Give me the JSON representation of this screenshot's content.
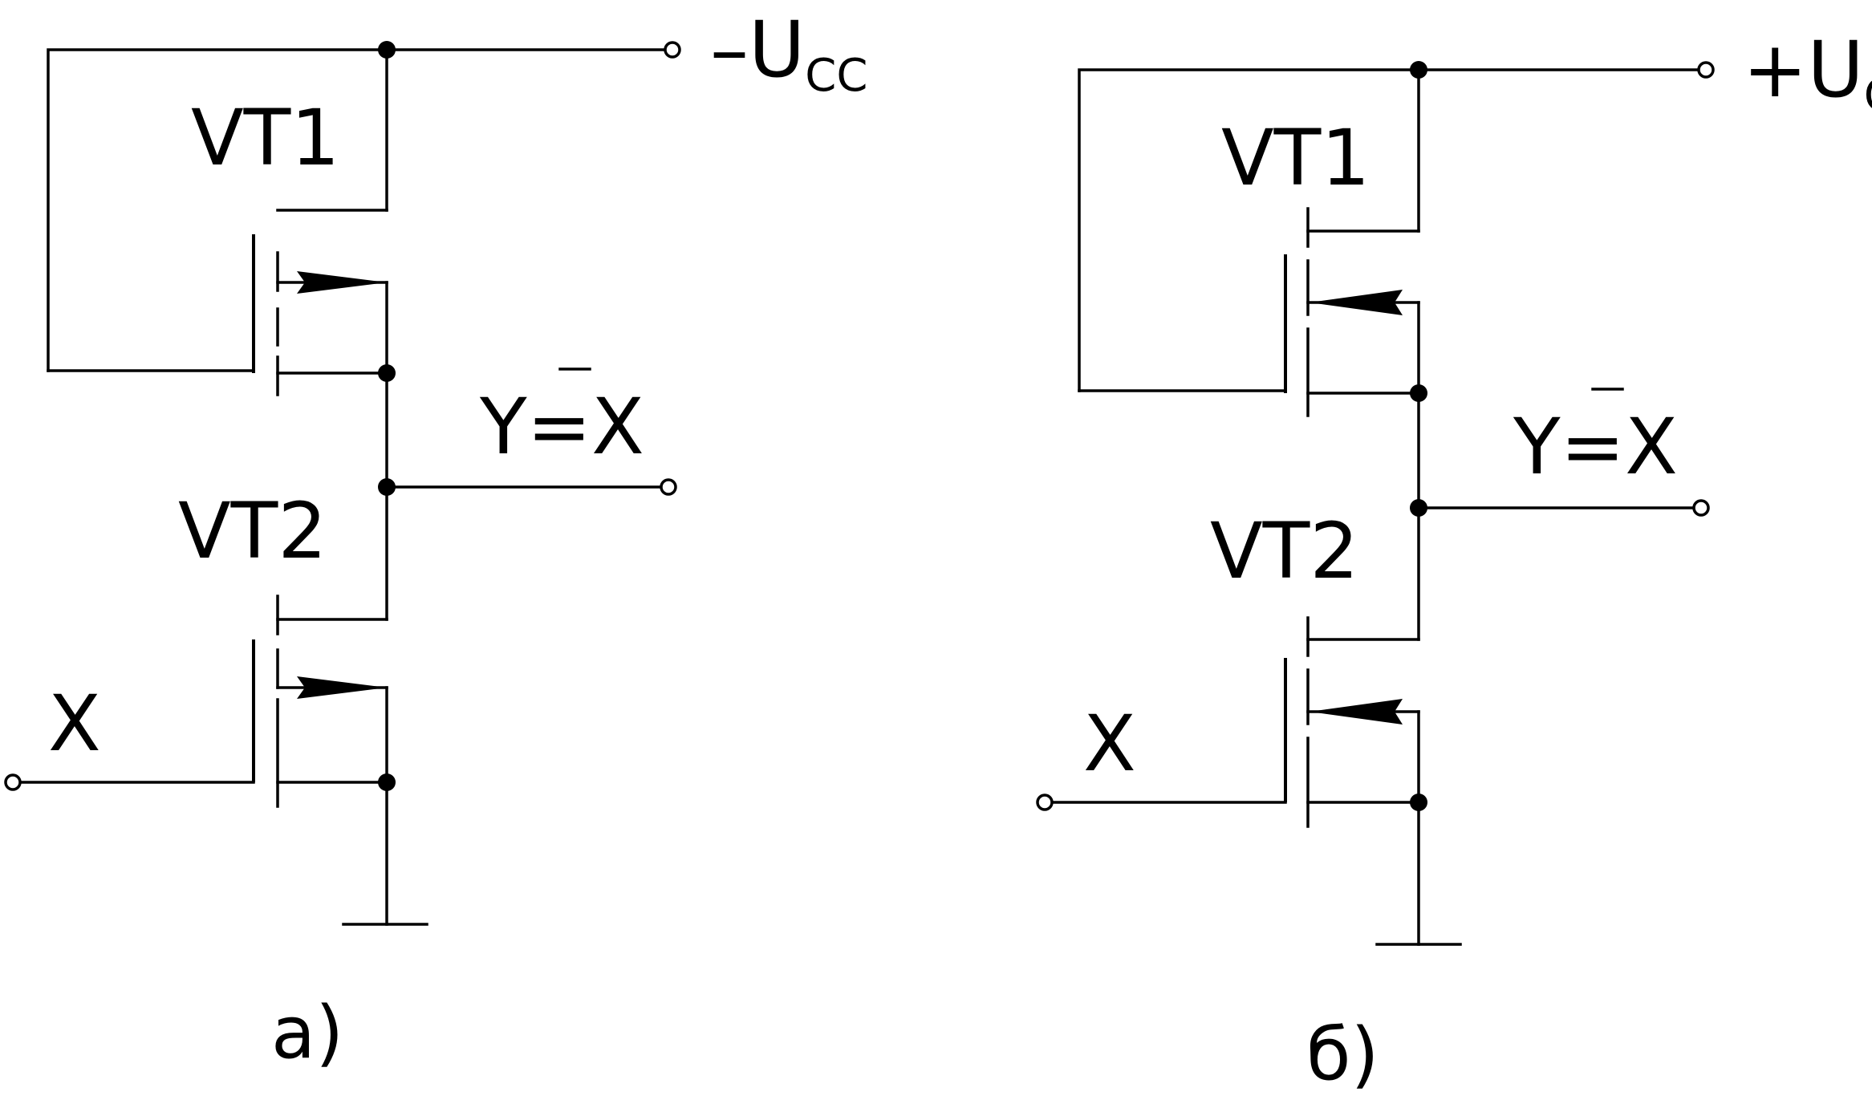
{
  "circuit_a": {
    "supply_sign": "–",
    "supply_main": "U",
    "supply_sub": "CC",
    "transistor_top": "VT1",
    "transistor_bottom": "VT2",
    "output_label": "Y=X",
    "input_label": "X",
    "caption": "a)"
  },
  "circuit_b": {
    "supply_sign": "+",
    "supply_main": "U",
    "supply_sub": "CC",
    "transistor_top": "VT1",
    "transistor_bottom": "VT2",
    "output_label": "Y=X",
    "input_label": "X",
    "caption": "б)"
  },
  "colors": {
    "ink": "#000000",
    "background": "#ffffff"
  }
}
